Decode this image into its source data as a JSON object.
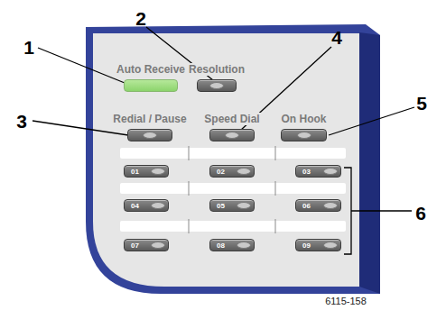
{
  "diagram": {
    "nodes": [
      {
        "text": [
          "Auto Receive"
        ]
      },
      {
        "text": [
          "Resolution"
        ]
      },
      {
        "text": [
          "Redial / Pause"
        ]
      },
      {
        "text": [
          "Speed Dial"
        ]
      },
      {
        "text": [
          "On Hook"
        ]
      },
      {
        "text": [
          "01"
        ]
      },
      {
        "text": [
          "02"
        ]
      },
      {
        "text": [
          "03"
        ]
      },
      {
        "text": [
          "04"
        ]
      },
      {
        "text": [
          "05"
        ]
      },
      {
        "text": [
          "06"
        ]
      },
      {
        "text": [
          "07"
        ]
      },
      {
        "text": [
          "08"
        ]
      },
      {
        "text": [
          "09"
        ]
      }
    ],
    "labels": [
      "1",
      "2",
      "3",
      "4",
      "5",
      "6",
      "6115-158"
    ]
  }
}
